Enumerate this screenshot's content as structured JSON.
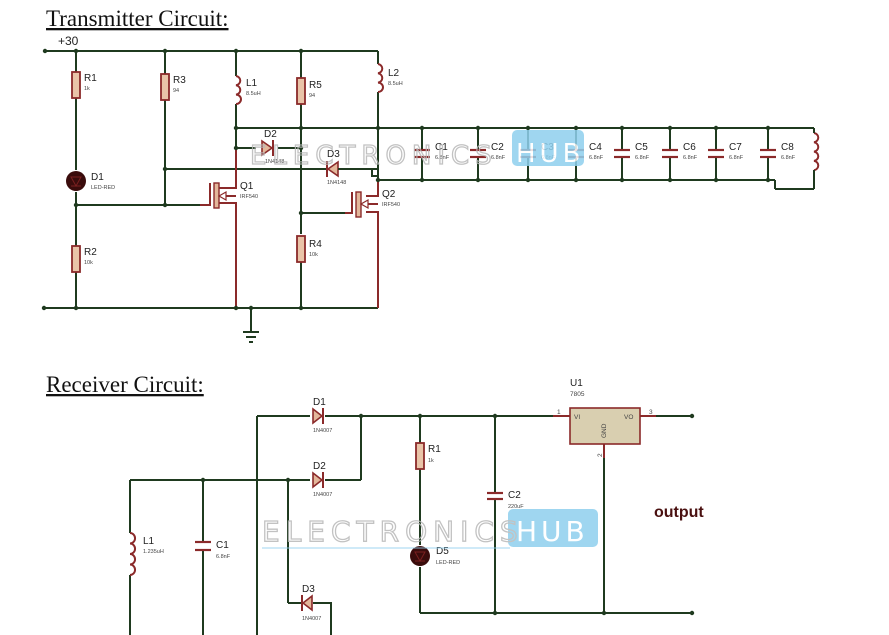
{
  "transmitter": {
    "title": "Transmitter Circuit:",
    "supply_label": "+30",
    "R1": {
      "ref": "R1",
      "value": "1k"
    },
    "R2": {
      "ref": "R2",
      "value": "10k"
    },
    "R3": {
      "ref": "R3",
      "value": "94"
    },
    "R4": {
      "ref": "R4",
      "value": "10k"
    },
    "R5": {
      "ref": "R5",
      "value": "94"
    },
    "L1": {
      "ref": "L1",
      "value": "8.5uH"
    },
    "L2": {
      "ref": "L2",
      "value": "8.5uH"
    },
    "D1": {
      "ref": "D1",
      "value": "LED-RED"
    },
    "D2": {
      "ref": "D2",
      "value": "1N4148"
    },
    "D3": {
      "ref": "D3",
      "value": "1N4148"
    },
    "Q1": {
      "ref": "Q1",
      "value": "IRF540"
    },
    "Q2": {
      "ref": "Q2",
      "value": "IRF540"
    },
    "capacitors": [
      {
        "ref": "C1",
        "value": "6.8nF"
      },
      {
        "ref": "C2",
        "value": "6.8nF"
      },
      {
        "ref": "C3",
        "value": "6.8nF"
      },
      {
        "ref": "C4",
        "value": "6.8nF"
      },
      {
        "ref": "C5",
        "value": "6.8nF"
      },
      {
        "ref": "C6",
        "value": "6.8nF"
      },
      {
        "ref": "C7",
        "value": "6.8nF"
      },
      {
        "ref": "C8",
        "value": "6.8nF"
      }
    ]
  },
  "receiver": {
    "title": "Receiver Circuit:",
    "D1": {
      "ref": "D1",
      "value": "1N4007"
    },
    "D2": {
      "ref": "D2",
      "value": "1N4007"
    },
    "D3": {
      "ref": "D3",
      "value": "1N4007"
    },
    "L1": {
      "ref": "L1",
      "value": "1.235uH"
    },
    "C1": {
      "ref": "C1",
      "value": "6.8nF"
    },
    "R1": {
      "ref": "R1",
      "value": "1k"
    },
    "C2": {
      "ref": "C2",
      "value": "220uF"
    },
    "D5": {
      "ref": "D5",
      "value": "LED-RED"
    },
    "U1": {
      "ref": "U1",
      "value": "7805",
      "pin_vi": "VI",
      "pin_vo": "VO",
      "pin_gnd": "GND",
      "pin1": "1",
      "pin2": "2",
      "pin3": "3"
    },
    "output_label": "output"
  },
  "watermark": {
    "text": "ELECTRONICS",
    "hub": "HUB",
    "hub_color": "#8fd0ee"
  }
}
